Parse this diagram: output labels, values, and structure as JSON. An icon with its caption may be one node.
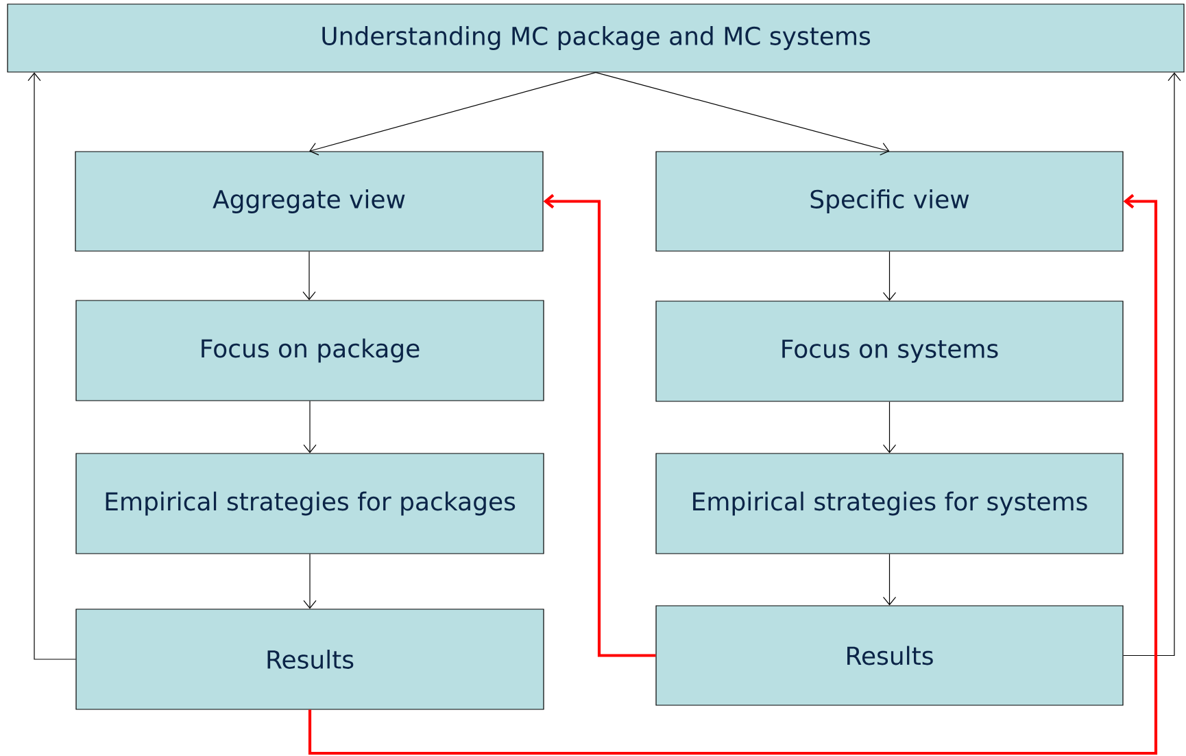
{
  "diagram": {
    "nodes": [
      {
        "text": [
          "Understanding MC package and MC systems"
        ]
      },
      {
        "text": [
          "Aggregate view"
        ]
      },
      {
        "text": [
          "Specific view"
        ]
      },
      {
        "text": [
          "Focus on package"
        ]
      },
      {
        "text": [
          "Focus on systems"
        ]
      },
      {
        "text": [
          "Empirical strategies for packages"
        ]
      },
      {
        "text": [
          "Empirical strategies for systems"
        ]
      },
      {
        "text": [
          "Results"
        ]
      },
      {
        "text": [
          "Results"
        ]
      }
    ],
    "edges": [
      {
        "from": 0,
        "to": 1,
        "arrow": "to"
      },
      {
        "from": 0,
        "to": 2,
        "arrow": "to"
      },
      {
        "from": 1,
        "to": 3,
        "arrow": "to"
      },
      {
        "from": 2,
        "to": 4,
        "arrow": "to"
      },
      {
        "from": 3,
        "to": 5,
        "arrow": "to"
      },
      {
        "from": 4,
        "to": 6,
        "arrow": "to"
      },
      {
        "from": 5,
        "to": 7,
        "arrow": "to"
      },
      {
        "from": 6,
        "to": 8,
        "arrow": "to"
      },
      {
        "from": 7,
        "to": 0,
        "arrow": "to"
      },
      {
        "from": 8,
        "to": 0,
        "arrow": "to"
      },
      {
        "from": 8,
        "to": 1,
        "arrow": "to",
        "style": "thick",
        "color": "#ff0000"
      },
      {
        "from": 7,
        "to": 2,
        "arrow": "to",
        "style": "thick",
        "color": "#ff0000"
      }
    ]
  }
}
